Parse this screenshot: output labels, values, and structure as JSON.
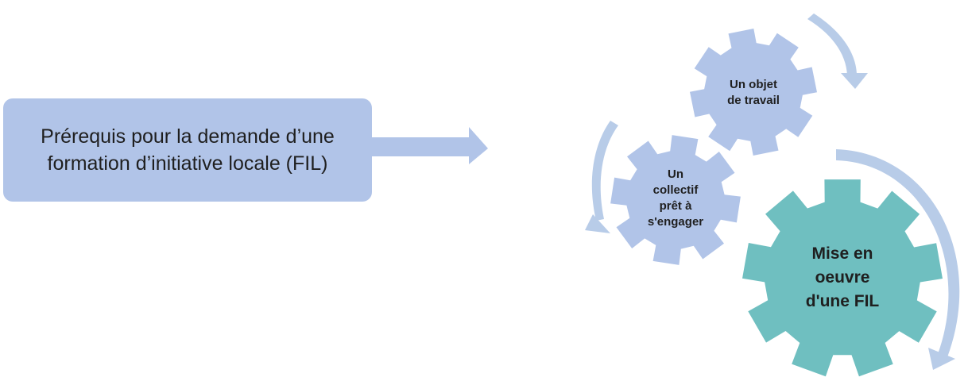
{
  "prerequisite_box": {
    "text": "Prérequis pour la demande d’une formation d’initiative locale (FIL)"
  },
  "gears": {
    "top": {
      "label": "Un objet de travail"
    },
    "left": {
      "label": "Un collectif prêt à s'engager"
    },
    "main": {
      "label": "Mise en oeuvre d'une FIL"
    }
  },
  "colors": {
    "box_fill": "#b1c4e8",
    "gear_light": "#b1c4e8",
    "gear_main": "#6fbfc0",
    "cycle_arrows": "#b8cce8",
    "text": "#1f1f1f"
  }
}
